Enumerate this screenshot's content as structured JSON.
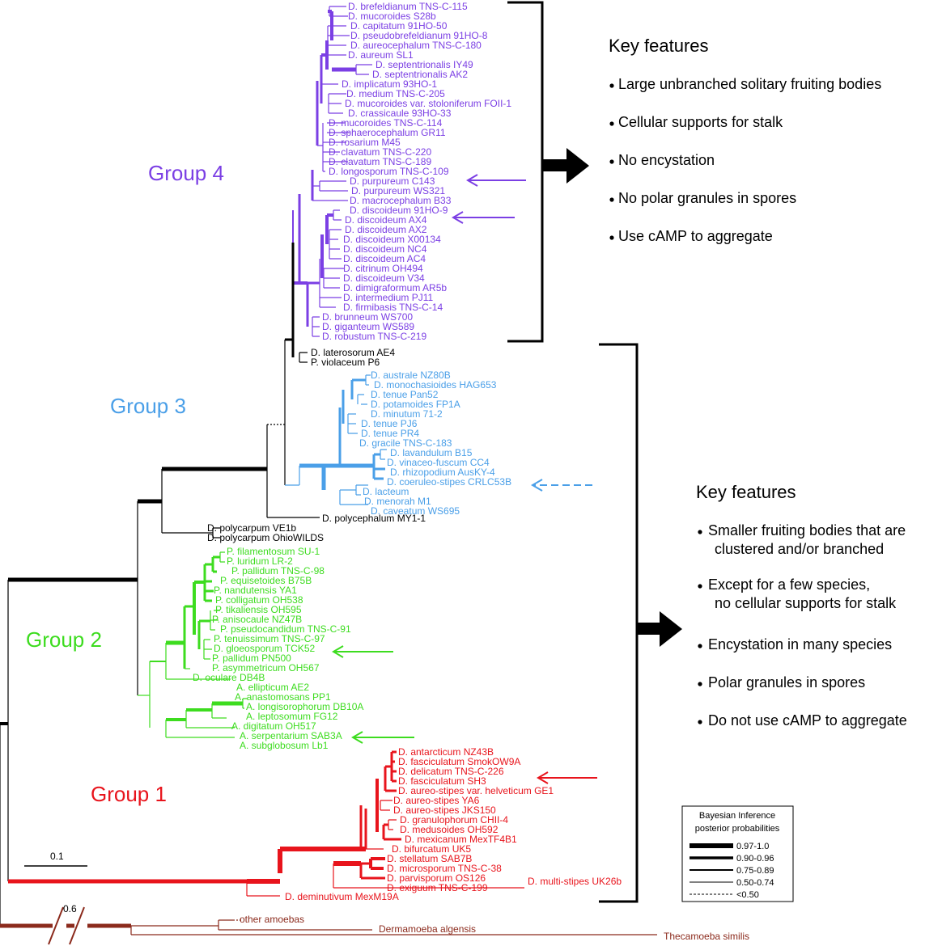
{
  "colors": {
    "group4": "#7b3fe4",
    "group3": "#4a9fe8",
    "group2": "#3ddc1f",
    "group1": "#e8141c",
    "outgroup": "#8b2a1c",
    "other": "#000000"
  },
  "groups": [
    {
      "key": "g4",
      "label": "Group 4",
      "color_key": "group4"
    },
    {
      "key": "g3",
      "label": "Group 3",
      "color_key": "group3"
    },
    {
      "key": "g2",
      "label": "Group 2",
      "color_key": "group2"
    },
    {
      "key": "g1",
      "label": "Group 1",
      "color_key": "group1"
    }
  ],
  "taxa": [
    {
      "label": "D. brefeldianum TNS-C-115",
      "group": "group4"
    },
    {
      "label": "D. mucoroides S28b",
      "group": "group4"
    },
    {
      "label": "D. capitatum 91HO-50",
      "group": "group4"
    },
    {
      "label": "D. pseudobrefeldianum 91HO-8",
      "group": "group4"
    },
    {
      "label": "D. aureocephalum TNS-C-180",
      "group": "group4"
    },
    {
      "label": "D. aureum SL1",
      "group": "group4"
    },
    {
      "label": "D. septentrionalis IY49",
      "group": "group4"
    },
    {
      "label": "D. septentrionalis AK2",
      "group": "group4"
    },
    {
      "label": "D. implicatum 93HO-1",
      "group": "group4"
    },
    {
      "label": "D. medium TNS-C-205",
      "group": "group4"
    },
    {
      "label": "D. mucoroides var. stoloniferum FOII-1",
      "group": "group4"
    },
    {
      "label": "D. crassicaule 93HO-33",
      "group": "group4"
    },
    {
      "label": "D. mucoroides TNS-C-114",
      "group": "group4"
    },
    {
      "label": "D. sphaerocephalum GR11",
      "group": "group4"
    },
    {
      "label": "D. rosarium M45",
      "group": "group4"
    },
    {
      "label": "D. clavatum TNS-C-220",
      "group": "group4"
    },
    {
      "label": "D. clavatum TNS-C-189",
      "group": "group4"
    },
    {
      "label": "D. longosporum TNS-C-109",
      "group": "group4"
    },
    {
      "label": "D. purpureum C143",
      "group": "group4"
    },
    {
      "label": "D. purpureum WS321",
      "group": "group4"
    },
    {
      "label": "D. macrocephalum B33",
      "group": "group4"
    },
    {
      "label": "D. discoideum 91HO-9",
      "group": "group4"
    },
    {
      "label": "D. discoideum AX4",
      "group": "group4"
    },
    {
      "label": "D. discoideum AX2",
      "group": "group4"
    },
    {
      "label": "D. discoideum X00134",
      "group": "group4"
    },
    {
      "label": "D. discoideum NC4",
      "group": "group4"
    },
    {
      "label": "D. discoideum AC4",
      "group": "group4"
    },
    {
      "label": "D. citrinum OH494",
      "group": "group4"
    },
    {
      "label": "D. discoideum V34",
      "group": "group4"
    },
    {
      "label": "D. dimigraformum AR5b",
      "group": "group4"
    },
    {
      "label": "D. intermedium PJ11",
      "group": "group4"
    },
    {
      "label": "D. firmibasis TNS-C-14",
      "group": "group4"
    },
    {
      "label": "D. brunneum WS700",
      "group": "group4"
    },
    {
      "label": "D. giganteum WS589",
      "group": "group4"
    },
    {
      "label": "D. robustum TNS-C-219",
      "group": "group4"
    },
    {
      "label": "D. laterosorum AE4",
      "group": "other"
    },
    {
      "label": "P. violaceum P6",
      "group": "other"
    },
    {
      "label": "D. australe NZ80B",
      "group": "group3"
    },
    {
      "label": "D. monochasioides HAG653",
      "group": "group3"
    },
    {
      "label": "D. tenue Pan52",
      "group": "group3"
    },
    {
      "label": "D. potamoides FP1A",
      "group": "group3"
    },
    {
      "label": "D. minutum 71-2",
      "group": "group3"
    },
    {
      "label": "D. tenue PJ6",
      "group": "group3"
    },
    {
      "label": "D. tenue PR4",
      "group": "group3"
    },
    {
      "label": "D. gracile TNS-C-183",
      "group": "group3"
    },
    {
      "label": "D. lavandulum B15",
      "group": "group3"
    },
    {
      "label": "D. vinaceo-fuscum CC4",
      "group": "group3"
    },
    {
      "label": "D. rhizopodium AusKY-4",
      "group": "group3"
    },
    {
      "label": "D. coeruleo-stipes CRLC53B",
      "group": "group3"
    },
    {
      "label": "D. lacteum",
      "group": "group3"
    },
    {
      "label": "D. menorah M1",
      "group": "group3"
    },
    {
      "label": "D. caveatum WS695",
      "group": "group3"
    },
    {
      "label": "D. polycephalum MY1-1",
      "group": "other"
    },
    {
      "label": "D. polycarpum VE1b",
      "group": "other"
    },
    {
      "label": "D. polycarpum OhioWILDS",
      "group": "other"
    },
    {
      "label": "P. filamentosum SU-1",
      "group": "group2"
    },
    {
      "label": "P. luridum LR-2",
      "group": "group2"
    },
    {
      "label": "P. pallidum TNS-C-98",
      "group": "group2"
    },
    {
      "label": "P. equisetoides B75B",
      "group": "group2"
    },
    {
      "label": "P. nandutensis YA1",
      "group": "group2"
    },
    {
      "label": "P. colligatum OH538",
      "group": "group2"
    },
    {
      "label": "P. tikaliensis OH595",
      "group": "group2"
    },
    {
      "label": "P. anisocaule NZ47B",
      "group": "group2"
    },
    {
      "label": "P. pseudocandidum TNS-C-91",
      "group": "group2"
    },
    {
      "label": "P. tenuissimum TNS-C-97",
      "group": "group2"
    },
    {
      "label": "D. gloeosporum TCK52",
      "group": "group2"
    },
    {
      "label": "P. pallidum PN500",
      "group": "group2"
    },
    {
      "label": "P. asymmetricum OH567",
      "group": "group2"
    },
    {
      "label": "D. oculare DB4B",
      "group": "group2"
    },
    {
      "label": "A. ellipticum AE2",
      "group": "group2"
    },
    {
      "label": "A. anastomosans PP1",
      "group": "group2"
    },
    {
      "label": "A. longisorophorum DB10A",
      "group": "group2"
    },
    {
      "label": "A. leptosomum FG12",
      "group": "group2"
    },
    {
      "label": "A. digitatum OH517",
      "group": "group2"
    },
    {
      "label": "A. serpentarium SAB3A",
      "group": "group2"
    },
    {
      "label": "A. subglobosum Lb1",
      "group": "group2"
    },
    {
      "label": "D. antarcticum NZ43B",
      "group": "group1"
    },
    {
      "label": "D. fasciculatum SmokOW9A",
      "group": "group1"
    },
    {
      "label": "D. delicatum TNS-C-226",
      "group": "group1"
    },
    {
      "label": "D. fasciculatum SH3",
      "group": "group1"
    },
    {
      "label": "D. aureo-stipes var. helveticum GE1",
      "group": "group1"
    },
    {
      "label": "D. aureo-stipes YA6",
      "group": "group1"
    },
    {
      "label": "D. aureo-stipes JKS150",
      "group": "group1"
    },
    {
      "label": "D. granulophorum CHII-4",
      "group": "group1"
    },
    {
      "label": "D. medusoides OH592",
      "group": "group1"
    },
    {
      "label": "D. mexicanum MexTF4B1",
      "group": "group1"
    },
    {
      "label": "D. bifurcatum UK5",
      "group": "group1"
    },
    {
      "label": "D. stellatum SAB7B",
      "group": "group1"
    },
    {
      "label": "D. microsporum TNS-C-38",
      "group": "group1"
    },
    {
      "label": "D. parvisporum OS126",
      "group": "group1"
    },
    {
      "label": "D. exiguum TNS-C-199",
      "group": "group1"
    },
    {
      "label": "D. multi-stipes UK26b",
      "group": "group1"
    },
    {
      "label": "D. deminutivum MexM19A",
      "group": "group1"
    },
    {
      "label": "other amoebas",
      "group": "outgroup"
    },
    {
      "label": "Dermamoeba algensis",
      "group": "outgroup"
    },
    {
      "label": "Thecamoeba similis",
      "group": "outgroup"
    }
  ],
  "key_features_top": {
    "title": "Key features",
    "items": [
      "Large unbranched solitary fruiting bodies",
      "Cellular supports for stalk",
      "No encystation",
      "No polar granules in spores",
      "Use cAMP to aggregate"
    ]
  },
  "key_features_bottom": {
    "title": "Key features",
    "items": [
      [
        "Smaller fruiting bodies that are",
        "clustered and/or branched"
      ],
      [
        "Except for a few species,",
        "no cellular supports for stalk"
      ],
      [
        "Encystation in many species"
      ],
      [
        "Polar granules in spores"
      ],
      [
        "Do not use cAMP to aggregate"
      ]
    ]
  },
  "legend": {
    "title_lines": [
      "Bayesian Inference",
      "posterior probabilities"
    ],
    "entries": [
      "0.97-1.0",
      "0.90-0.96",
      "0.75-0.89",
      "0.50-0.74",
      "<0.50"
    ]
  },
  "scale_bar_label": "0.1",
  "break_label": "0.6"
}
